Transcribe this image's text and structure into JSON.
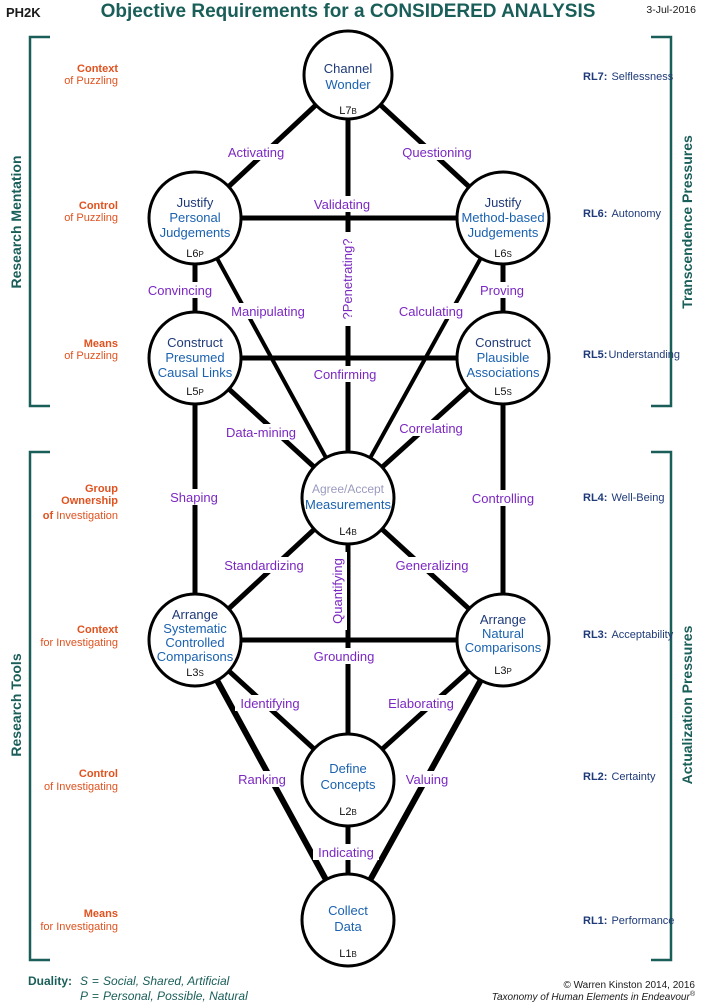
{
  "header": {
    "corner_label": "PH2K",
    "title": "Objective Requirements for a CONSIDERED ANALYSIS",
    "date": "3-Jul-2016"
  },
  "left_column": {
    "mentation_title": "Research  Mentation",
    "tools_title": "Research Tools",
    "items": [
      {
        "id": "context-puzzling",
        "bold": "Context",
        "rest": "of Puzzling"
      },
      {
        "id": "control-puzzling",
        "bold": "Control",
        "rest": "of Puzzling"
      },
      {
        "id": "means-puzzling",
        "bold": "Means",
        "rest": "of Puzzling"
      },
      {
        "id": "group-ownership",
        "bold": "Group",
        "bold2": "Ownership",
        "bold3": "of",
        "rest": "Investigation"
      },
      {
        "id": "context-investigating",
        "bold": "Context",
        "rest": "for  Investigating"
      },
      {
        "id": "control-investigating",
        "bold": "Control",
        "rest": "of  Investigating"
      },
      {
        "id": "means-investigating",
        "bold": "Means",
        "rest": "for Investigating"
      }
    ]
  },
  "right_column": {
    "transcendence_title": "Transcendence  Pressures",
    "actualization_title": "Actualization  Pressures",
    "levels": [
      {
        "code": "RL7:",
        "name": "Selflessness"
      },
      {
        "code": "RL6:",
        "name": "Autonomy"
      },
      {
        "code": "RL5:",
        "name": "Understanding"
      },
      {
        "code": "RL4:",
        "name": "Well-Being"
      },
      {
        "code": "RL3:",
        "name": "Acceptability"
      },
      {
        "code": "RL2:",
        "name": "Certainty"
      },
      {
        "code": "RL1:",
        "name": "Performance"
      }
    ]
  },
  "nodes": {
    "channel": {
      "line1": "Channel",
      "line2": "Wonder",
      "code": "L7",
      "sub": "B"
    },
    "justify_personal": {
      "line1": "Justify",
      "line2": "Personal",
      "line3": "Judgements",
      "code": "L6",
      "sub": "P"
    },
    "justify_method": {
      "line1": "Justify",
      "line2": "Method-based",
      "line3": "Judgements",
      "code": "L6",
      "sub": "S"
    },
    "construct_presumed": {
      "line1": "Construct",
      "line2": "Presumed",
      "line3": "Causal Links",
      "code": "L5",
      "sub": "P"
    },
    "construct_plausible": {
      "line1": "Construct",
      "line2": "Plausible",
      "line3": "Associations",
      "code": "L5",
      "sub": "S"
    },
    "agree": {
      "line1": "Agree/Accept",
      "line2": "Measurements",
      "code": "L4",
      "sub": "B"
    },
    "arrange_systematic": {
      "line1": "Arrange",
      "line2": "Systematic",
      "line3": "Controlled",
      "line4": "Comparisons",
      "code": "L3",
      "sub": "S"
    },
    "arrange_natural": {
      "line1": "Arrange",
      "line2": "Natural",
      "line3": "Comparisons",
      "code": "L3",
      "sub": "P"
    },
    "define": {
      "line1": "Define",
      "line2": "Concepts",
      "code": "L2",
      "sub": "B"
    },
    "collect": {
      "line1": "Collect",
      "line2": "Data",
      "code": "L1",
      "sub": "B"
    }
  },
  "edge_labels": {
    "activating": "Activating",
    "questioning": "Questioning",
    "validating": "Validating",
    "penetrating": "?Penetrating?",
    "convincing": "Convincing",
    "proving": "Proving",
    "manipulating": "Manipulating",
    "calculating": "Calculating",
    "confirming": "Confirming",
    "data_mining": "Data-mining",
    "correlating": "Correlating",
    "shaping": "Shaping",
    "controlling": "Controlling",
    "standardizing": "Standardizing",
    "generalizing": "Generalizing",
    "quantifying": "Quantifying",
    "grounding": "Grounding",
    "identifying": "Identifying",
    "elaborating": "Elaborating",
    "ranking": "Ranking",
    "valuing": "Valuing",
    "indicating": "Indicating"
  },
  "footer": {
    "duality_label": "Duality:",
    "s_key": "S",
    "s_text": "Social, Shared, Artificial",
    "p_key": "P",
    "p_text": "Personal, Possible, Natural",
    "equals": "=",
    "copyright": "© Warren Kinston 2014, 2016",
    "taxonomy": "Taxonomy of Human Elements in Endeavour",
    "registered": "®"
  }
}
